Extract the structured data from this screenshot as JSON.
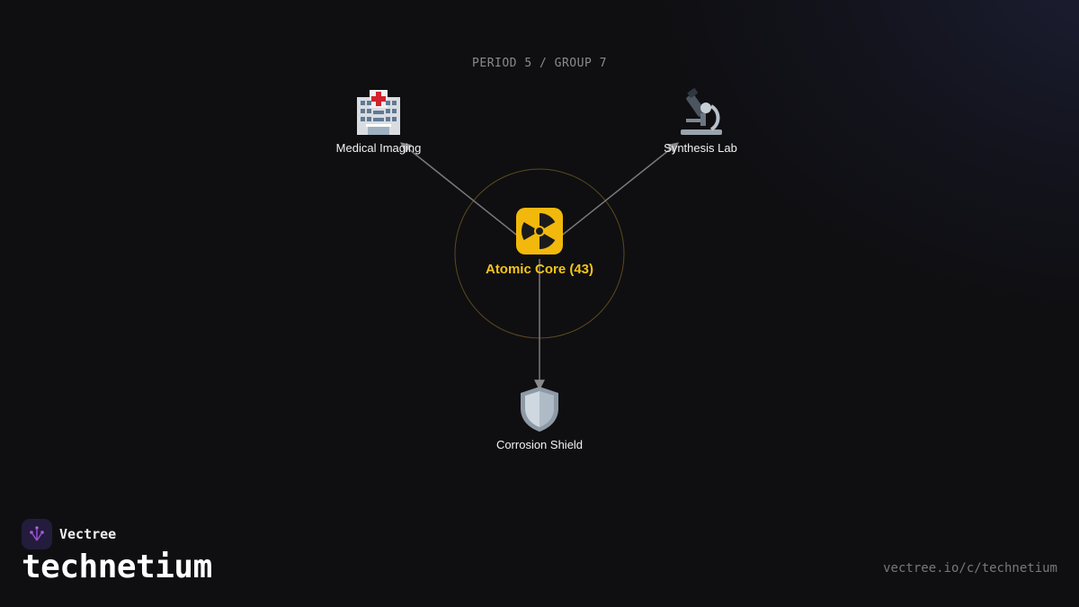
{
  "header": {
    "subtitle": "PERIOD 5 / GROUP 7"
  },
  "diagram": {
    "center": {
      "label": "Atomic Core (43)",
      "icon": "radioactive-icon"
    },
    "nodes": [
      {
        "label": "Medical Imaging",
        "icon": "hospital-icon"
      },
      {
        "label": "Synthesis Lab",
        "icon": "microscope-icon"
      },
      {
        "label": "Corrosion Shield",
        "icon": "shield-icon"
      }
    ]
  },
  "brand": {
    "name": "Vectree",
    "icon": "vectree-logo-icon"
  },
  "page": {
    "title": "technetium",
    "url": "vectree.io/c/technetium"
  },
  "colors": {
    "background": "#0f0f12",
    "center_label": "#f5c419",
    "edge": "#7a7a7a",
    "ring": "#5a4a1c"
  }
}
